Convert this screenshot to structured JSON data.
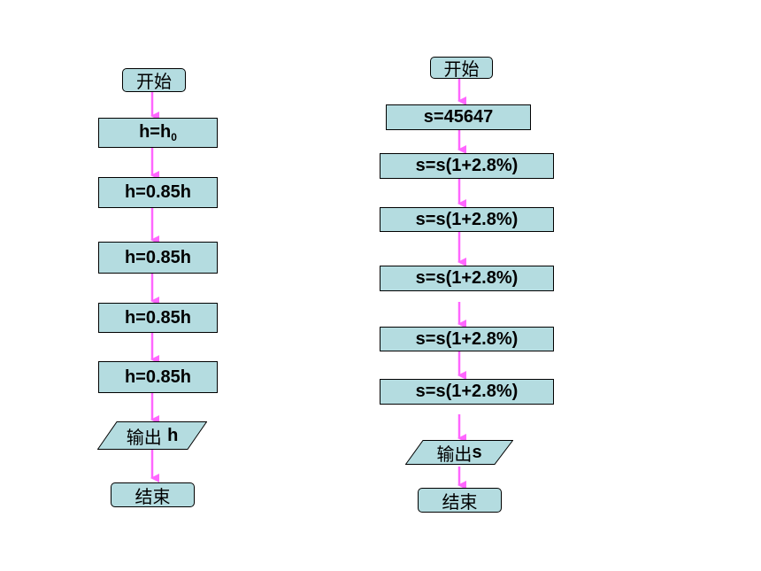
{
  "colors": {
    "box_fill": "#b4dce0",
    "arrow": "#ff66ff",
    "border": "#000000"
  },
  "left_flow": {
    "start": "开始",
    "init": {
      "base": "h=h",
      "sub": "0"
    },
    "steps": [
      "h=0.85h",
      "h=0.85h",
      "h=0.85h",
      "h=0.85h"
    ],
    "output": {
      "text": "输出",
      "var": "h"
    },
    "end": "结束"
  },
  "right_flow": {
    "start": "开始",
    "init": "s=45647",
    "steps": [
      "s=s(1+2.8%)",
      "s=s(1+2.8%)",
      "s=s(1+2.8%)",
      "s=s(1+2.8%)",
      "s=s(1+2.8%)"
    ],
    "output": {
      "text": "输出",
      "var": "s"
    },
    "end": "结束"
  }
}
